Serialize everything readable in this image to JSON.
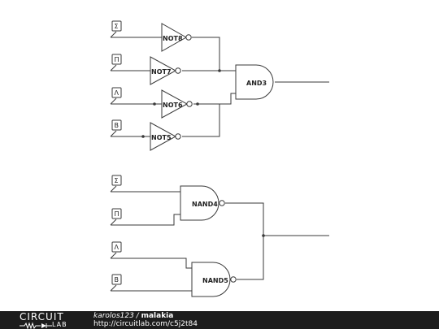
{
  "gates": {
    "not8": "NOT8",
    "not7": "NOT7",
    "not6": "NOT6",
    "not5": "NOT5",
    "and3": "AND3",
    "nand4": "NAND4",
    "nand5": "NAND5"
  },
  "pins": {
    "top": [
      "Σ",
      "Π",
      "Λ",
      "Β"
    ],
    "bottom": [
      "Σ",
      "Π",
      "Λ",
      "Β"
    ]
  },
  "footer": {
    "logo_top": "CIRCUIT",
    "logo_bottom": "LAB",
    "author": "karolos123",
    "separator": " / ",
    "title": "malakia",
    "url": "http://circuitlab.com/c5j2t84"
  },
  "colors": {
    "wire": "#3a3a3a",
    "footer_bg": "#1d1d1d"
  }
}
